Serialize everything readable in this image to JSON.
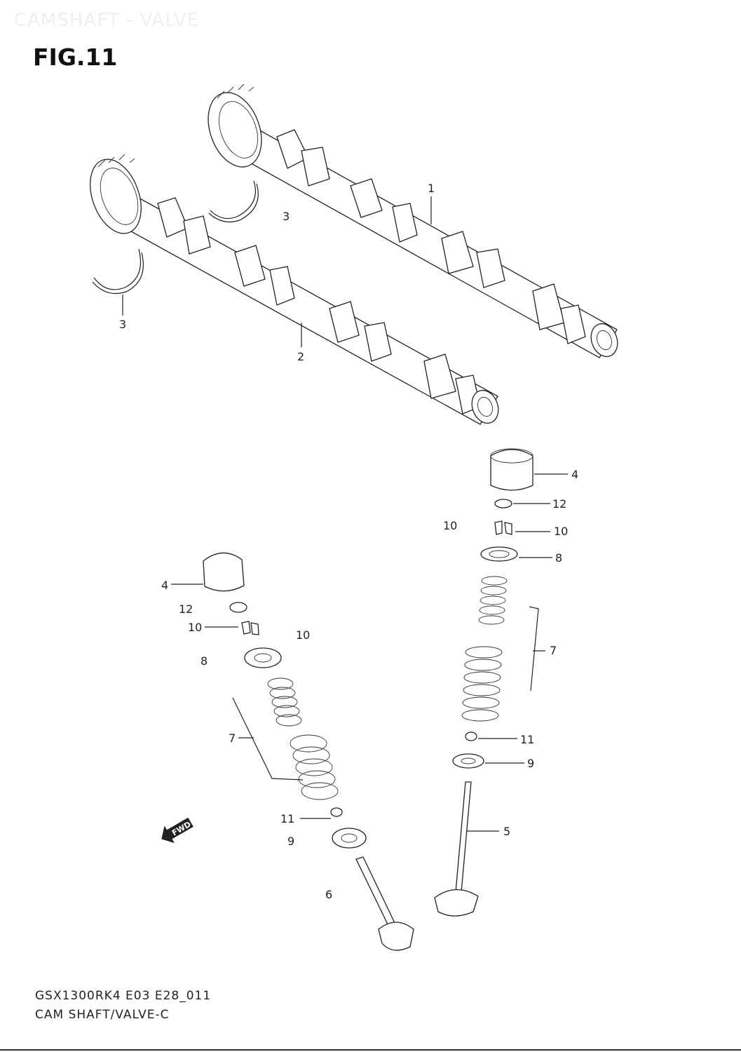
{
  "header": {
    "watermark": "CAMSHAFT - VALVE",
    "figure_title": "FIG.11"
  },
  "footer": {
    "model_code": "GSX1300RK4 E03 E28_011",
    "description": "CAM SHAFT/VALVE-C"
  },
  "callouts": [
    {
      "id": "c1",
      "text": "1"
    },
    {
      "id": "c2",
      "text": "2"
    },
    {
      "id": "c3a",
      "text": "3"
    },
    {
      "id": "c3b",
      "text": "3"
    },
    {
      "id": "c4r",
      "text": "4"
    },
    {
      "id": "c12r",
      "text": "12"
    },
    {
      "id": "c10ra",
      "text": "10"
    },
    {
      "id": "c10rb",
      "text": "10"
    },
    {
      "id": "c8r",
      "text": "8"
    },
    {
      "id": "c7r",
      "text": "7"
    },
    {
      "id": "c11r",
      "text": "11"
    },
    {
      "id": "c9r",
      "text": "9"
    },
    {
      "id": "c5",
      "text": "5"
    },
    {
      "id": "c4l",
      "text": "4"
    },
    {
      "id": "c12l",
      "text": "12"
    },
    {
      "id": "c10la",
      "text": "10"
    },
    {
      "id": "c10lb",
      "text": "10"
    },
    {
      "id": "c8l",
      "text": "8"
    },
    {
      "id": "c7l",
      "text": "7"
    },
    {
      "id": "c11l",
      "text": "11"
    },
    {
      "id": "c9l",
      "text": "9"
    },
    {
      "id": "c6",
      "text": "6"
    }
  ],
  "fwd_label": "FWD"
}
